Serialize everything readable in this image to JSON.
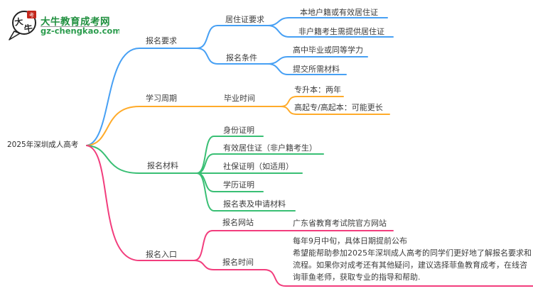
{
  "logo": {
    "bubble_text_1": "大",
    "bubble_text_2": "牛",
    "seal_text": "考",
    "title": "大牛教育成考网",
    "domain": "gz-chengkao.com",
    "colors": {
      "title_green": "#1f8f3e",
      "domain_green": "#2b9c4d",
      "seal_red": "#c3271c",
      "ink": "#222222"
    }
  },
  "mindmap": {
    "root": {
      "label": "2025年深圳成人高考"
    },
    "branches": [
      {
        "label": "报名要求",
        "color": "#47a0f4",
        "children": [
          {
            "label": "居住证要求",
            "children": [
              {
                "label": "本地户籍或有效居住证"
              },
              {
                "label": "非户籍考生需提供居住证"
              }
            ]
          },
          {
            "label": "报名条件",
            "children": [
              {
                "label": "高中毕业或同等学力"
              },
              {
                "label": "提交所需材料"
              }
            ]
          }
        ]
      },
      {
        "label": "学习周期",
        "color": "#ffab2a",
        "children": [
          {
            "label": "毕业时间",
            "children": [
              {
                "label": "专升本：两年"
              },
              {
                "label": "高起专/高起本：可能更长"
              }
            ]
          }
        ]
      },
      {
        "label": "报名材料",
        "color": "#39bf74",
        "children": [
          {
            "label": "身份证明"
          },
          {
            "label": "有效居住证（非户籍考生）"
          },
          {
            "label": "社保证明（如适用）"
          },
          {
            "label": "学历证明"
          },
          {
            "label": "报名表及申请材料"
          }
        ]
      },
      {
        "label": "报名入口",
        "color": "#f23d7d",
        "children": [
          {
            "label": "报名网站",
            "children": [
              {
                "label": "广东省教育考试院官方网站"
              }
            ]
          },
          {
            "label": "报名时间",
            "children": [
              {
                "label": "每年9月中旬，具体日期提前公布"
              },
              {
                "label": "希望能帮助参加2025年深圳成人高考的同学们更好地了解报名要求和流程。如果你对成考还有其他疑问，建议选择菲鱼教育成考，在线咨询菲鱼老师，获取专业的指导和帮助."
              }
            ]
          }
        ]
      }
    ]
  }
}
